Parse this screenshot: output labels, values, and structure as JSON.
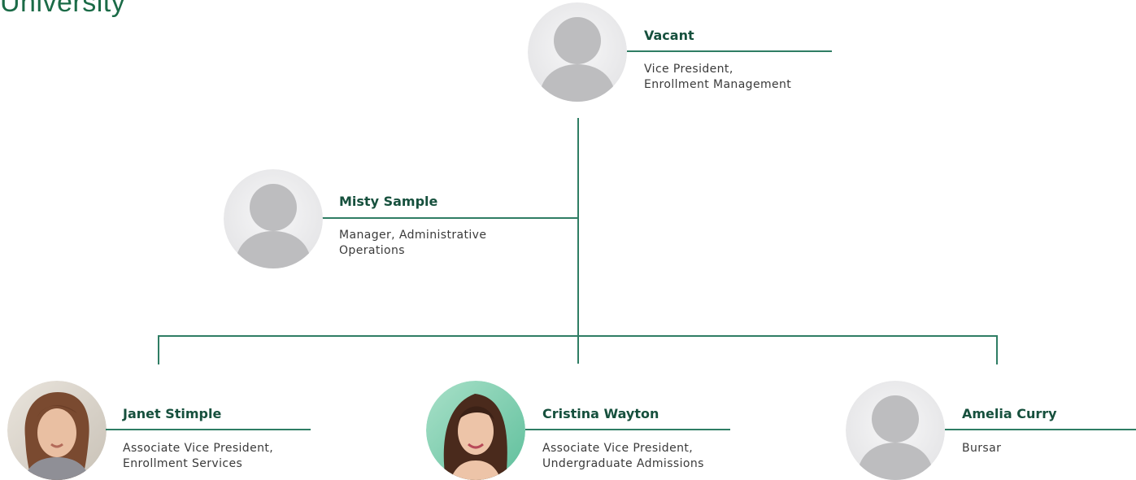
{
  "header": {
    "brand_text": "University"
  },
  "colors": {
    "accent": "#1b6b47",
    "connector": "#2f7d64",
    "name_text": "#16503d",
    "title_text": "#3a3a3a",
    "placeholder_avatar": "#bdbdbf"
  },
  "people": {
    "vp": {
      "name": "Vacant",
      "title_line1": "Vice President,",
      "title_line2": "Enrollment Management",
      "avatar_icon": "person-placeholder-icon"
    },
    "manager": {
      "name": "Misty Sample",
      "title_line1": "Manager, Administrative",
      "title_line2": "Operations",
      "avatar_icon": "person-placeholder-icon"
    },
    "avp_services": {
      "name": "Janet Stimple",
      "title_line1": "Associate Vice President,",
      "title_line2": "Enrollment Services",
      "avatar_icon": "person-photo"
    },
    "avp_admissions": {
      "name": "Cristina Wayton",
      "title_line1": "Associate Vice President,",
      "title_line2": "Undergraduate Admissions",
      "avatar_icon": "person-photo"
    },
    "bursar": {
      "name": "Amelia Curry",
      "title_line1": "Bursar",
      "title_line2": "",
      "avatar_icon": "person-placeholder-icon"
    }
  }
}
